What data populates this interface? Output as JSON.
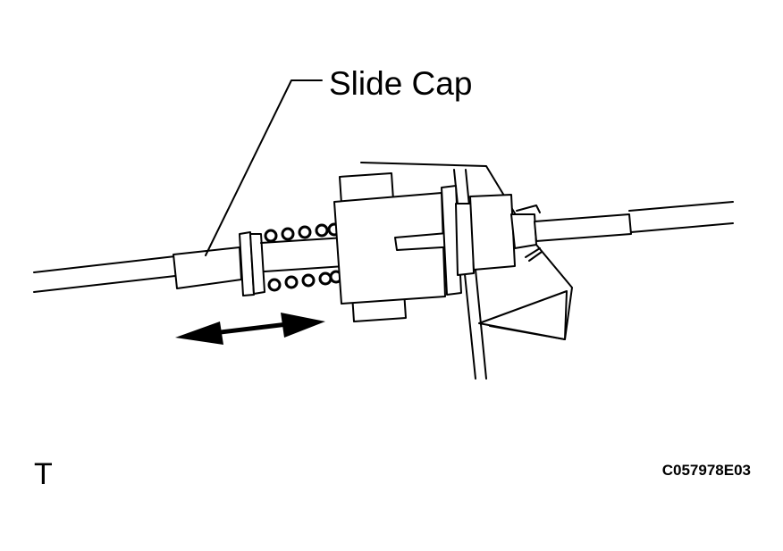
{
  "callout": {
    "label": "Slide Cap"
  },
  "corner_mark": "T",
  "figure_code": "C057978E03",
  "colors": {
    "ink": "#000000",
    "paper": "#ffffff"
  },
  "icons": {
    "motion_arrow": "double-headed-arrow-icon"
  }
}
